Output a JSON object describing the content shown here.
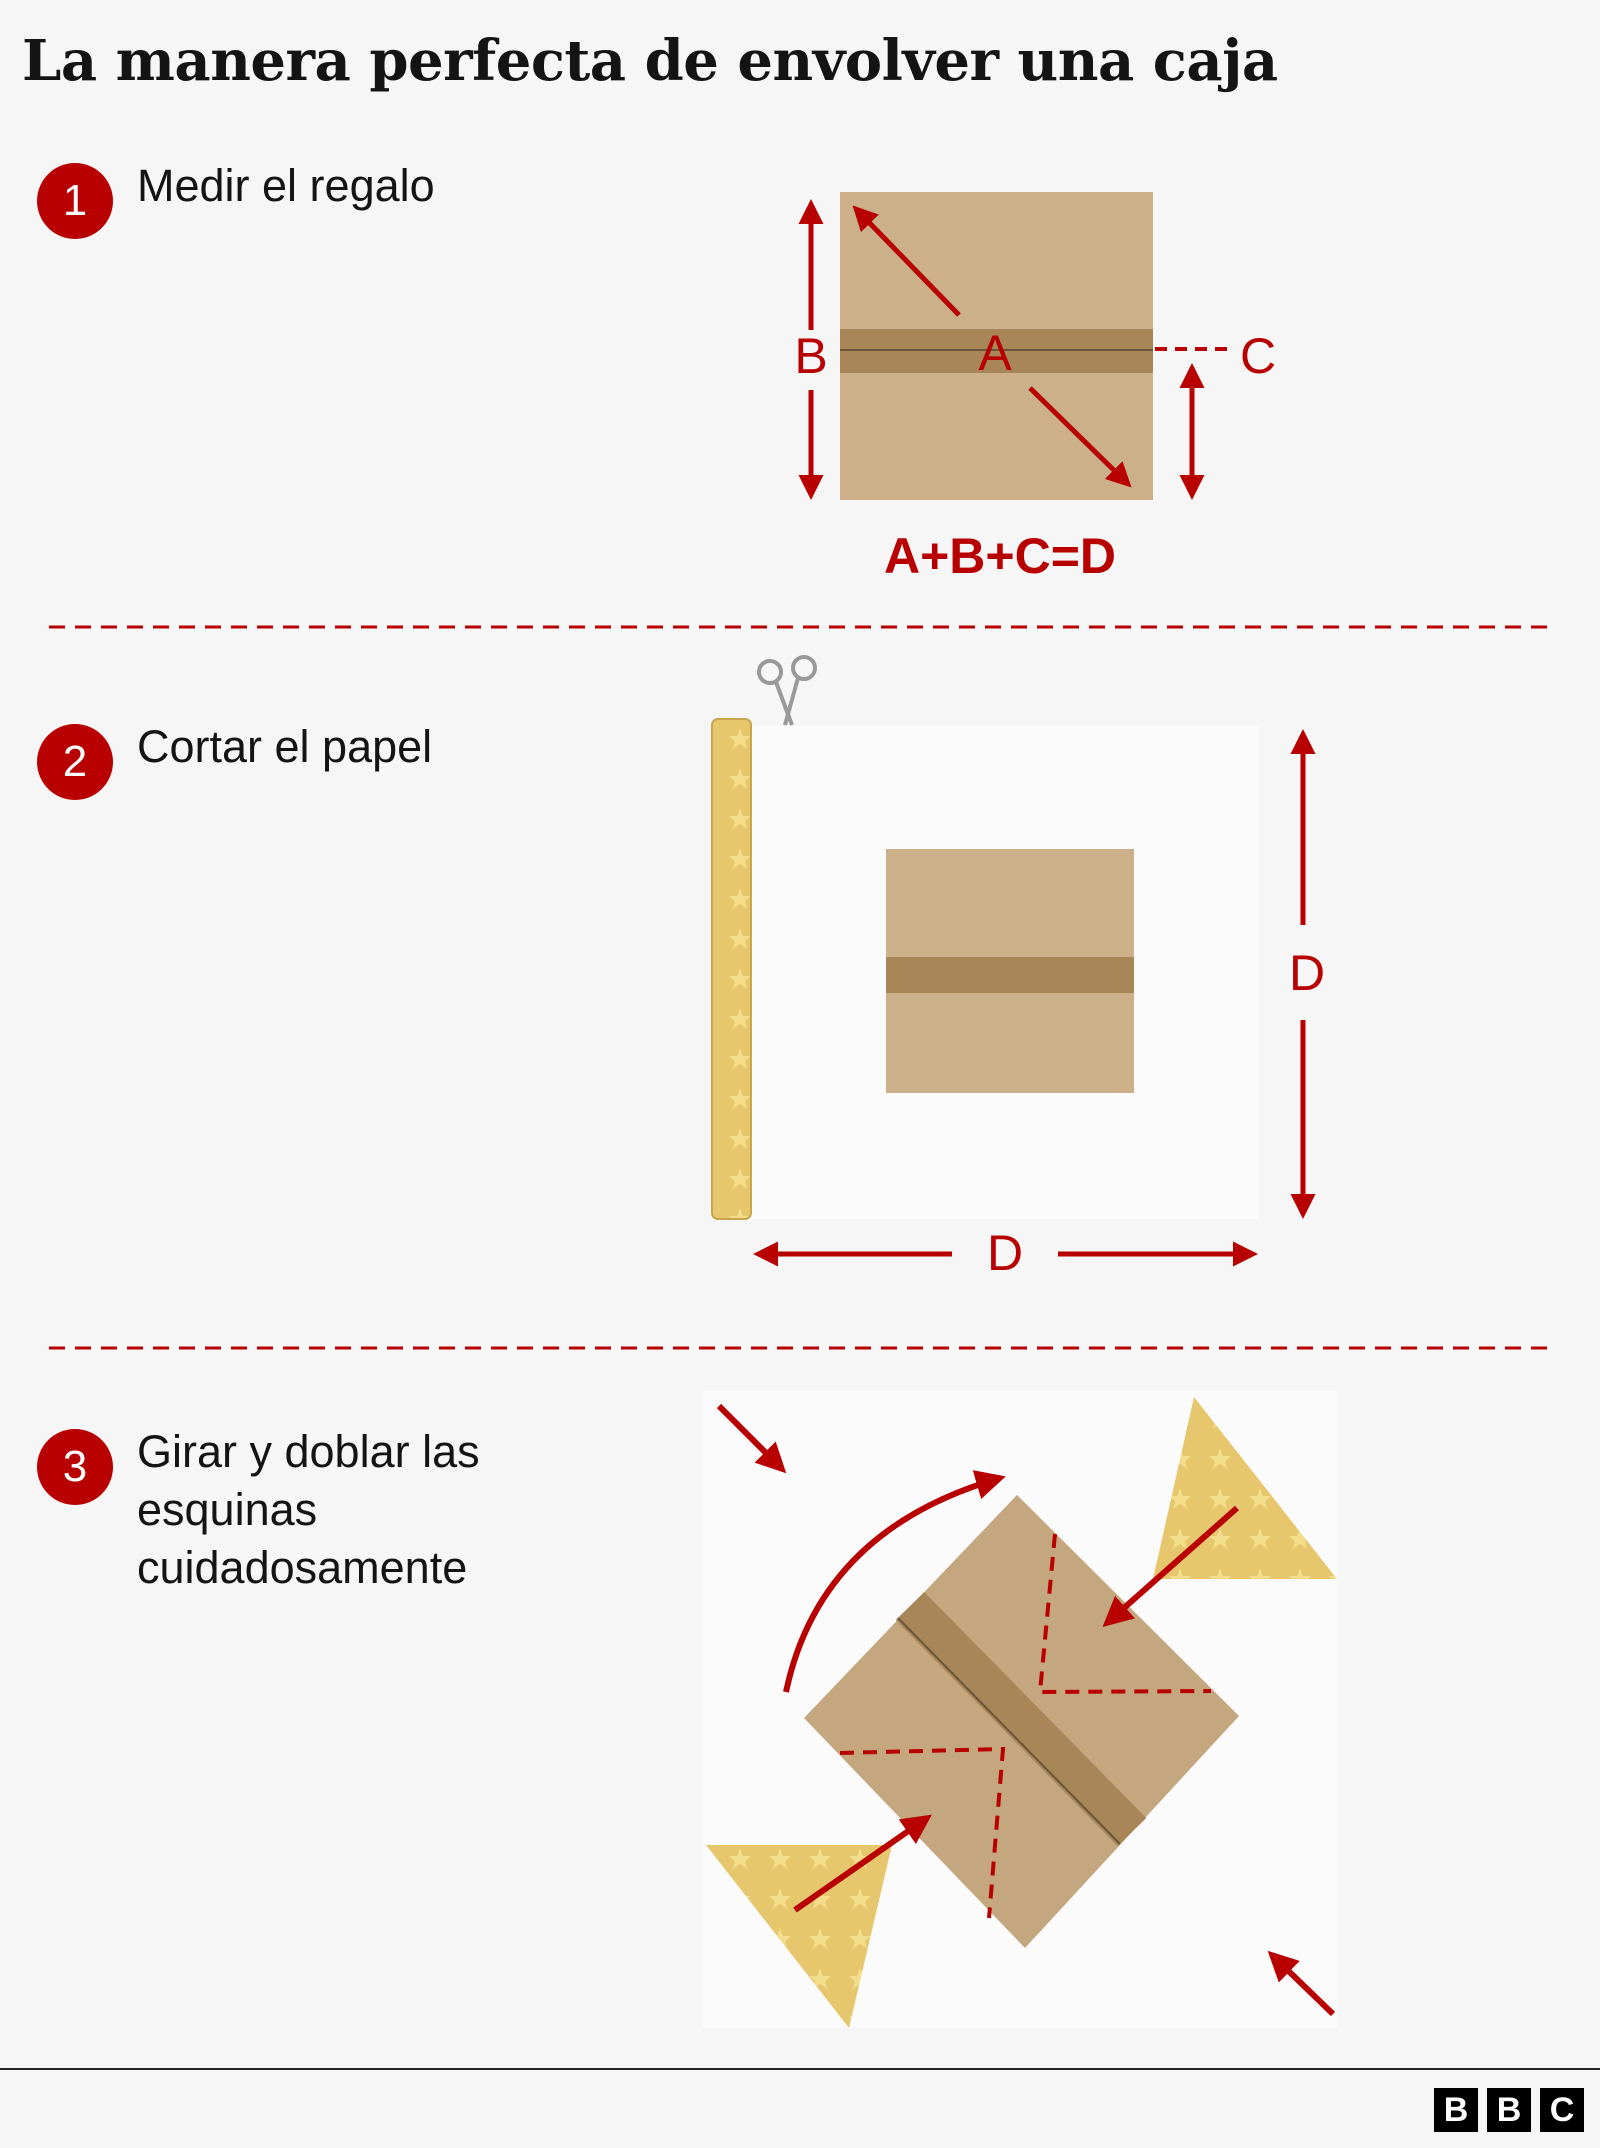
{
  "title": "La manera perfecta de envolver una caja",
  "steps": [
    {
      "number": "1",
      "text": "Medir el regalo"
    },
    {
      "number": "2",
      "text": "Cortar el papel"
    },
    {
      "number": "3",
      "text": "Girar y doblar las esquinas cuidadosamente"
    }
  ],
  "step1_labels": {
    "a": "A",
    "b": "B",
    "c": "C",
    "formula": "A+B+C=D"
  },
  "step2_labels": {
    "width": "D",
    "height": "D"
  },
  "logo": {
    "letters": [
      "B",
      "B",
      "C"
    ]
  },
  "colors": {
    "accent": "#b80000",
    "background": "#f6f6f6",
    "cardboard": "#c8ad84",
    "gold_paper": "#e6c76e"
  }
}
